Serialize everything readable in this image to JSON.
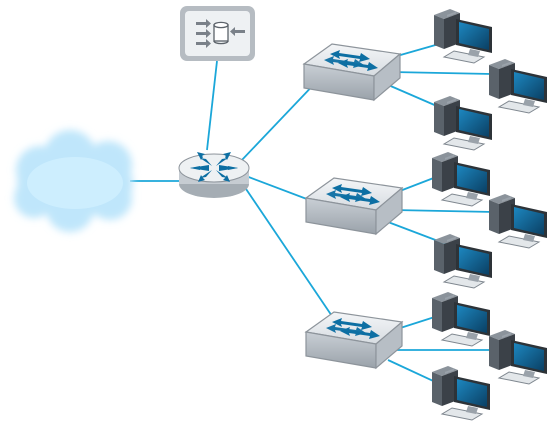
{
  "diagram": {
    "type": "network-topology",
    "colors": {
      "link": "#1ba7d9",
      "cloud": "#bfe6fb",
      "device_body": "#e9ecef",
      "device_edge": "#8d949b",
      "arrow": "#0d6fa3",
      "screen": "#0d4f7a",
      "tower": "#3b4148"
    },
    "nodes": [
      {
        "id": "cloud",
        "kind": "internet-cloud",
        "icon": "cloud-icon"
      },
      {
        "id": "server",
        "kind": "server-appliance",
        "icon": "server-icon"
      },
      {
        "id": "router",
        "kind": "router",
        "icon": "router-icon"
      },
      {
        "id": "switch1",
        "kind": "switch",
        "icon": "switch-icon"
      },
      {
        "id": "switch2",
        "kind": "switch",
        "icon": "switch-icon"
      },
      {
        "id": "switch3",
        "kind": "switch",
        "icon": "switch-icon"
      },
      {
        "id": "pc1",
        "kind": "workstation",
        "icon": "workstation-icon"
      },
      {
        "id": "pc2",
        "kind": "workstation",
        "icon": "workstation-icon"
      },
      {
        "id": "pc3",
        "kind": "workstation",
        "icon": "workstation-icon"
      },
      {
        "id": "pc4",
        "kind": "workstation",
        "icon": "workstation-icon"
      },
      {
        "id": "pc5",
        "kind": "workstation",
        "icon": "workstation-icon"
      },
      {
        "id": "pc6",
        "kind": "workstation",
        "icon": "workstation-icon"
      },
      {
        "id": "pc7",
        "kind": "workstation",
        "icon": "workstation-icon"
      },
      {
        "id": "pc8",
        "kind": "workstation",
        "icon": "workstation-icon"
      },
      {
        "id": "pc9",
        "kind": "workstation",
        "icon": "workstation-icon"
      }
    ],
    "links": [
      [
        "cloud",
        "router"
      ],
      [
        "router",
        "server"
      ],
      [
        "router",
        "switch1"
      ],
      [
        "router",
        "switch2"
      ],
      [
        "router",
        "switch3"
      ],
      [
        "switch1",
        "pc1"
      ],
      [
        "switch1",
        "pc2"
      ],
      [
        "switch1",
        "pc3"
      ],
      [
        "switch2",
        "pc4"
      ],
      [
        "switch2",
        "pc5"
      ],
      [
        "switch2",
        "pc6"
      ],
      [
        "switch3",
        "pc7"
      ],
      [
        "switch3",
        "pc8"
      ],
      [
        "switch3",
        "pc9"
      ]
    ]
  }
}
